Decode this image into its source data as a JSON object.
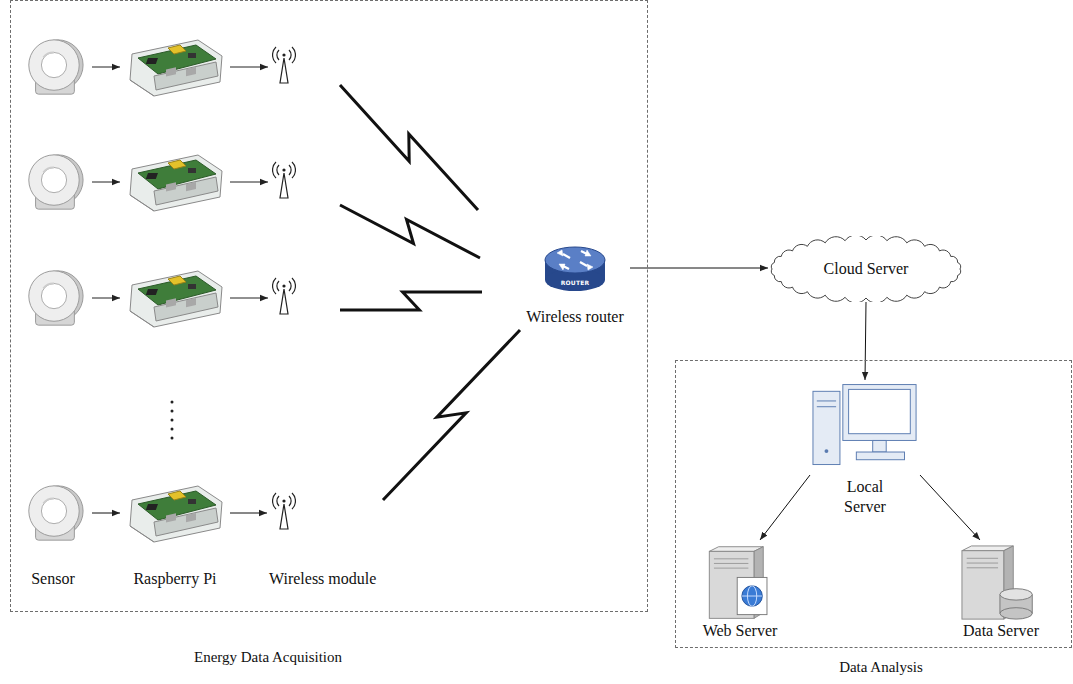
{
  "diagram": {
    "nodes": [
      {
        "text": [
          "Energy Data Acquisition"
        ]
      },
      {
        "text": [
          "Sensor"
        ],
        "in": 0
      },
      {
        "text": [
          "Raspberry Pi"
        ],
        "in": 0
      },
      {
        "text": [
          "Wireless module"
        ],
        "in": 0
      },
      {
        "text": [
          "Wireless router"
        ],
        "in": 0
      },
      {
        "text": [
          "Cloud Server"
        ]
      },
      {
        "text": [
          "Data Analysis"
        ]
      },
      {
        "text": [
          "Local Server"
        ],
        "in": 6
      },
      {
        "text": [
          "Web Server"
        ],
        "in": 6
      },
      {
        "text": [
          "Data Server"
        ],
        "in": 6
      }
    ],
    "edges": [
      {
        "from": 1,
        "to": 2,
        "arrow": "to"
      },
      {
        "from": 2,
        "to": 3,
        "arrow": "to"
      },
      {
        "from": 3,
        "to": 4,
        "arrow": "none"
      },
      {
        "from": 4,
        "to": 5,
        "arrow": "to"
      },
      {
        "from": 5,
        "to": 7,
        "arrow": "to"
      },
      {
        "from": 7,
        "to": 8,
        "arrow": "to"
      },
      {
        "from": 7,
        "to": 9,
        "arrow": "to"
      }
    ],
    "labels": [
      "ROUTER"
    ]
  }
}
